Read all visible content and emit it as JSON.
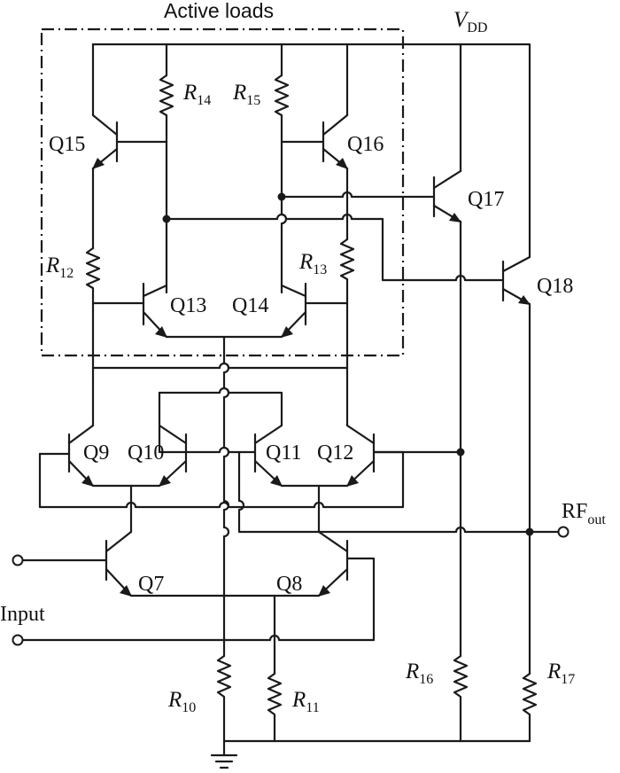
{
  "box_label": "Active loads",
  "supply": {
    "symbol": "V",
    "subscript": "DD"
  },
  "output": {
    "text": "RF",
    "subscript": "out"
  },
  "input_label": "Input",
  "transistors": {
    "q7": "Q7",
    "q8": "Q8",
    "q9": "Q9",
    "q10": "Q10",
    "q11": "Q11",
    "q12": "Q12",
    "q13": "Q13",
    "q14": "Q14",
    "q15": "Q15",
    "q16": "Q16",
    "q17": "Q17",
    "q18": "Q18"
  },
  "resistors": {
    "r10": {
      "name": "R",
      "sub": "10"
    },
    "r11": {
      "name": "R",
      "sub": "11"
    },
    "r12": {
      "name": "R",
      "sub": "12"
    },
    "r13": {
      "name": "R",
      "sub": "13"
    },
    "r14": {
      "name": "R",
      "sub": "14"
    },
    "r15": {
      "name": "R",
      "sub": "15"
    },
    "r16": {
      "name": "R",
      "sub": "16"
    },
    "r17": {
      "name": "R",
      "sub": "17"
    }
  }
}
